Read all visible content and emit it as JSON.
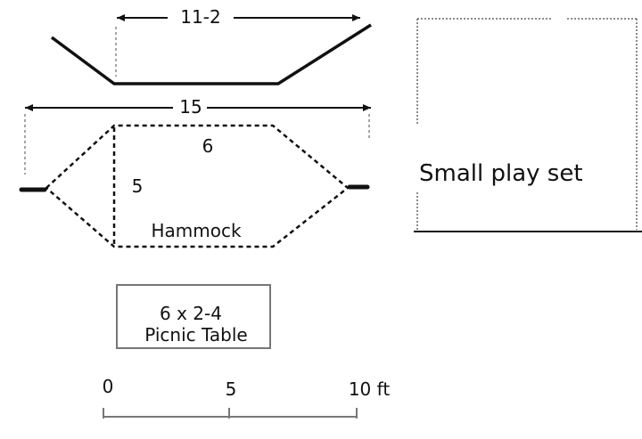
{
  "diagram": {
    "dimensions": {
      "hammock_top": "11-2",
      "hammock_span": "15",
      "hammock_inner_width": "6",
      "hammock_inner_height": "5"
    },
    "labels": {
      "hammock": "Hammock",
      "play_set": "Small play set",
      "picnic_size": "6 x 2-4",
      "picnic_name": "Picnic Table"
    },
    "scale": {
      "ticks": [
        "0",
        "5",
        "10 ft"
      ]
    },
    "colors": {
      "ink": "#111111",
      "muted": "#777777",
      "background": "#ffffff"
    }
  }
}
